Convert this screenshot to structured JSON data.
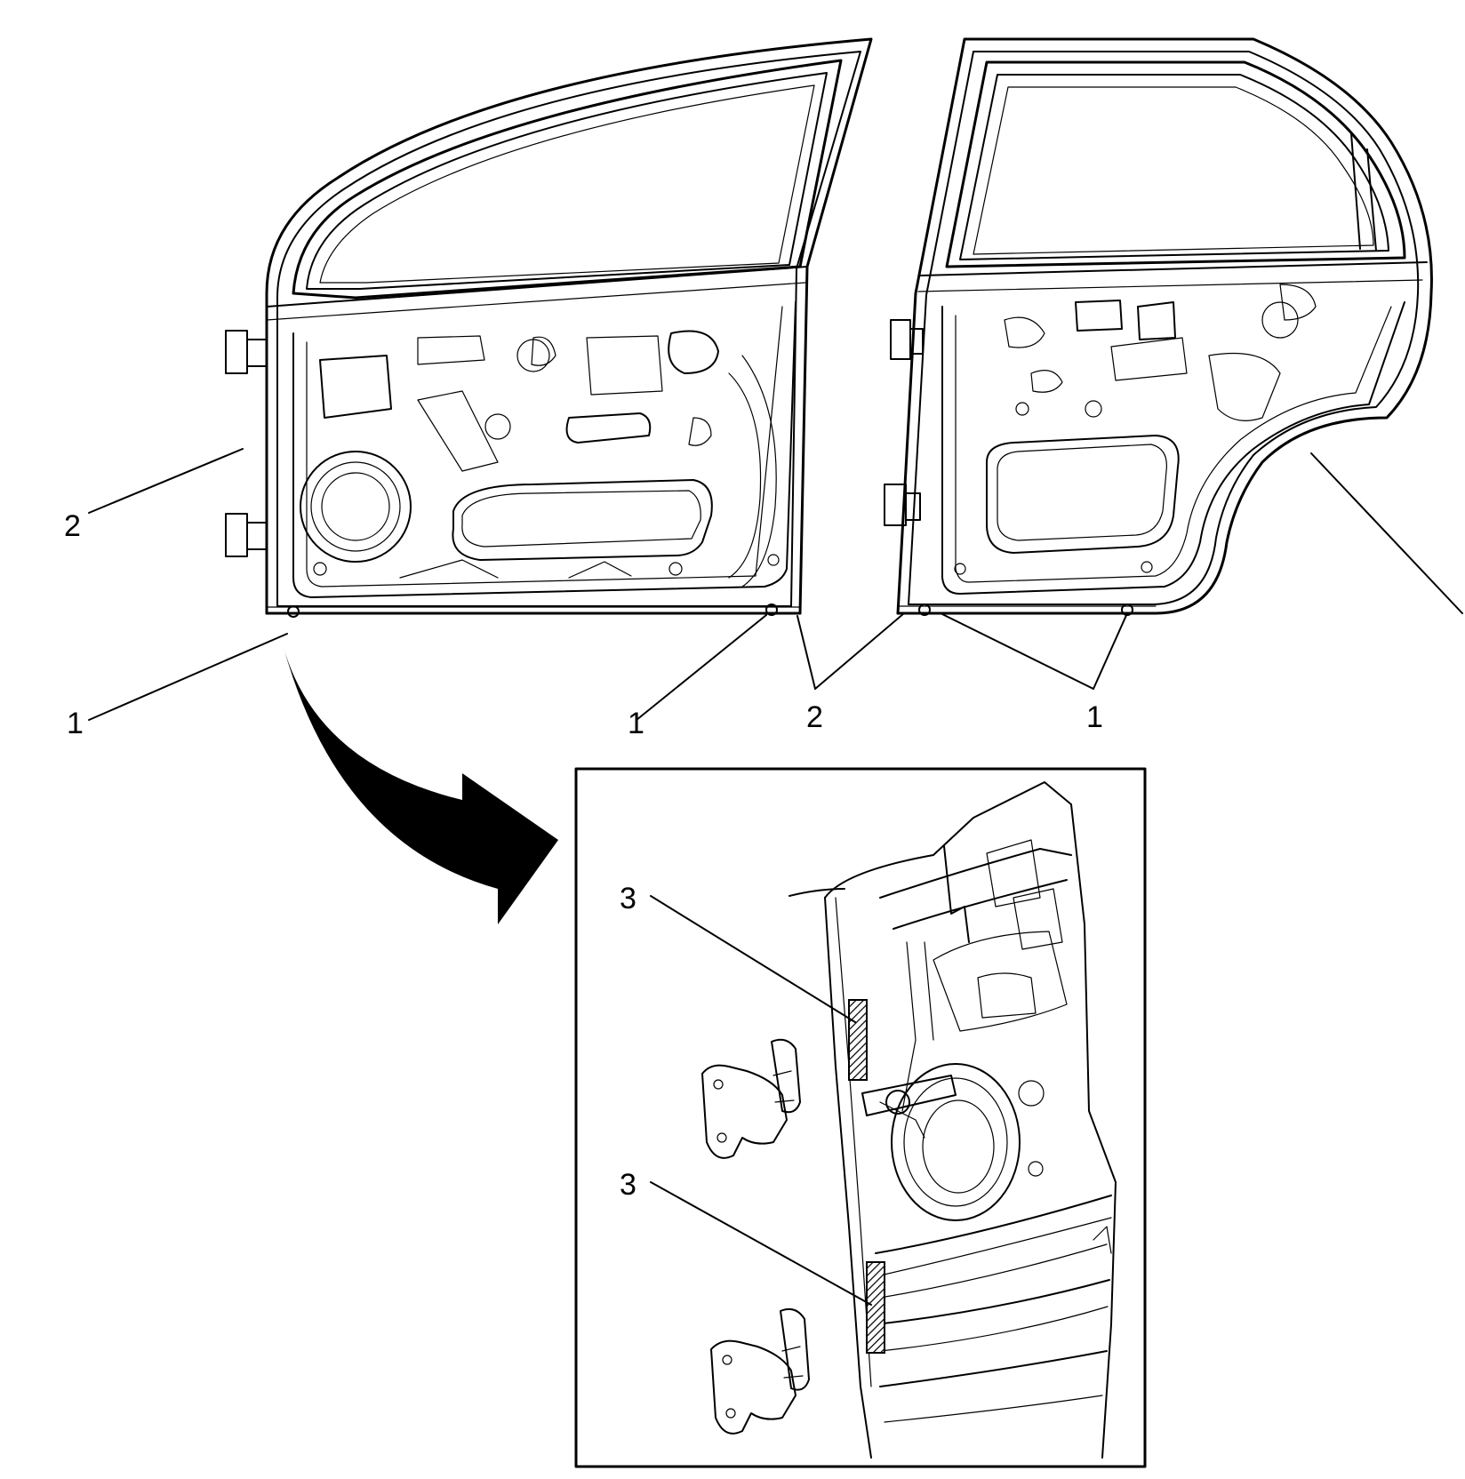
{
  "callouts": {
    "front_upper_2": "2",
    "front_lower_1": "1",
    "front_right_1": "1",
    "shared_2": "2",
    "rear_right_1": "1",
    "detail_upper_3": "3",
    "detail_lower_3": "3"
  }
}
